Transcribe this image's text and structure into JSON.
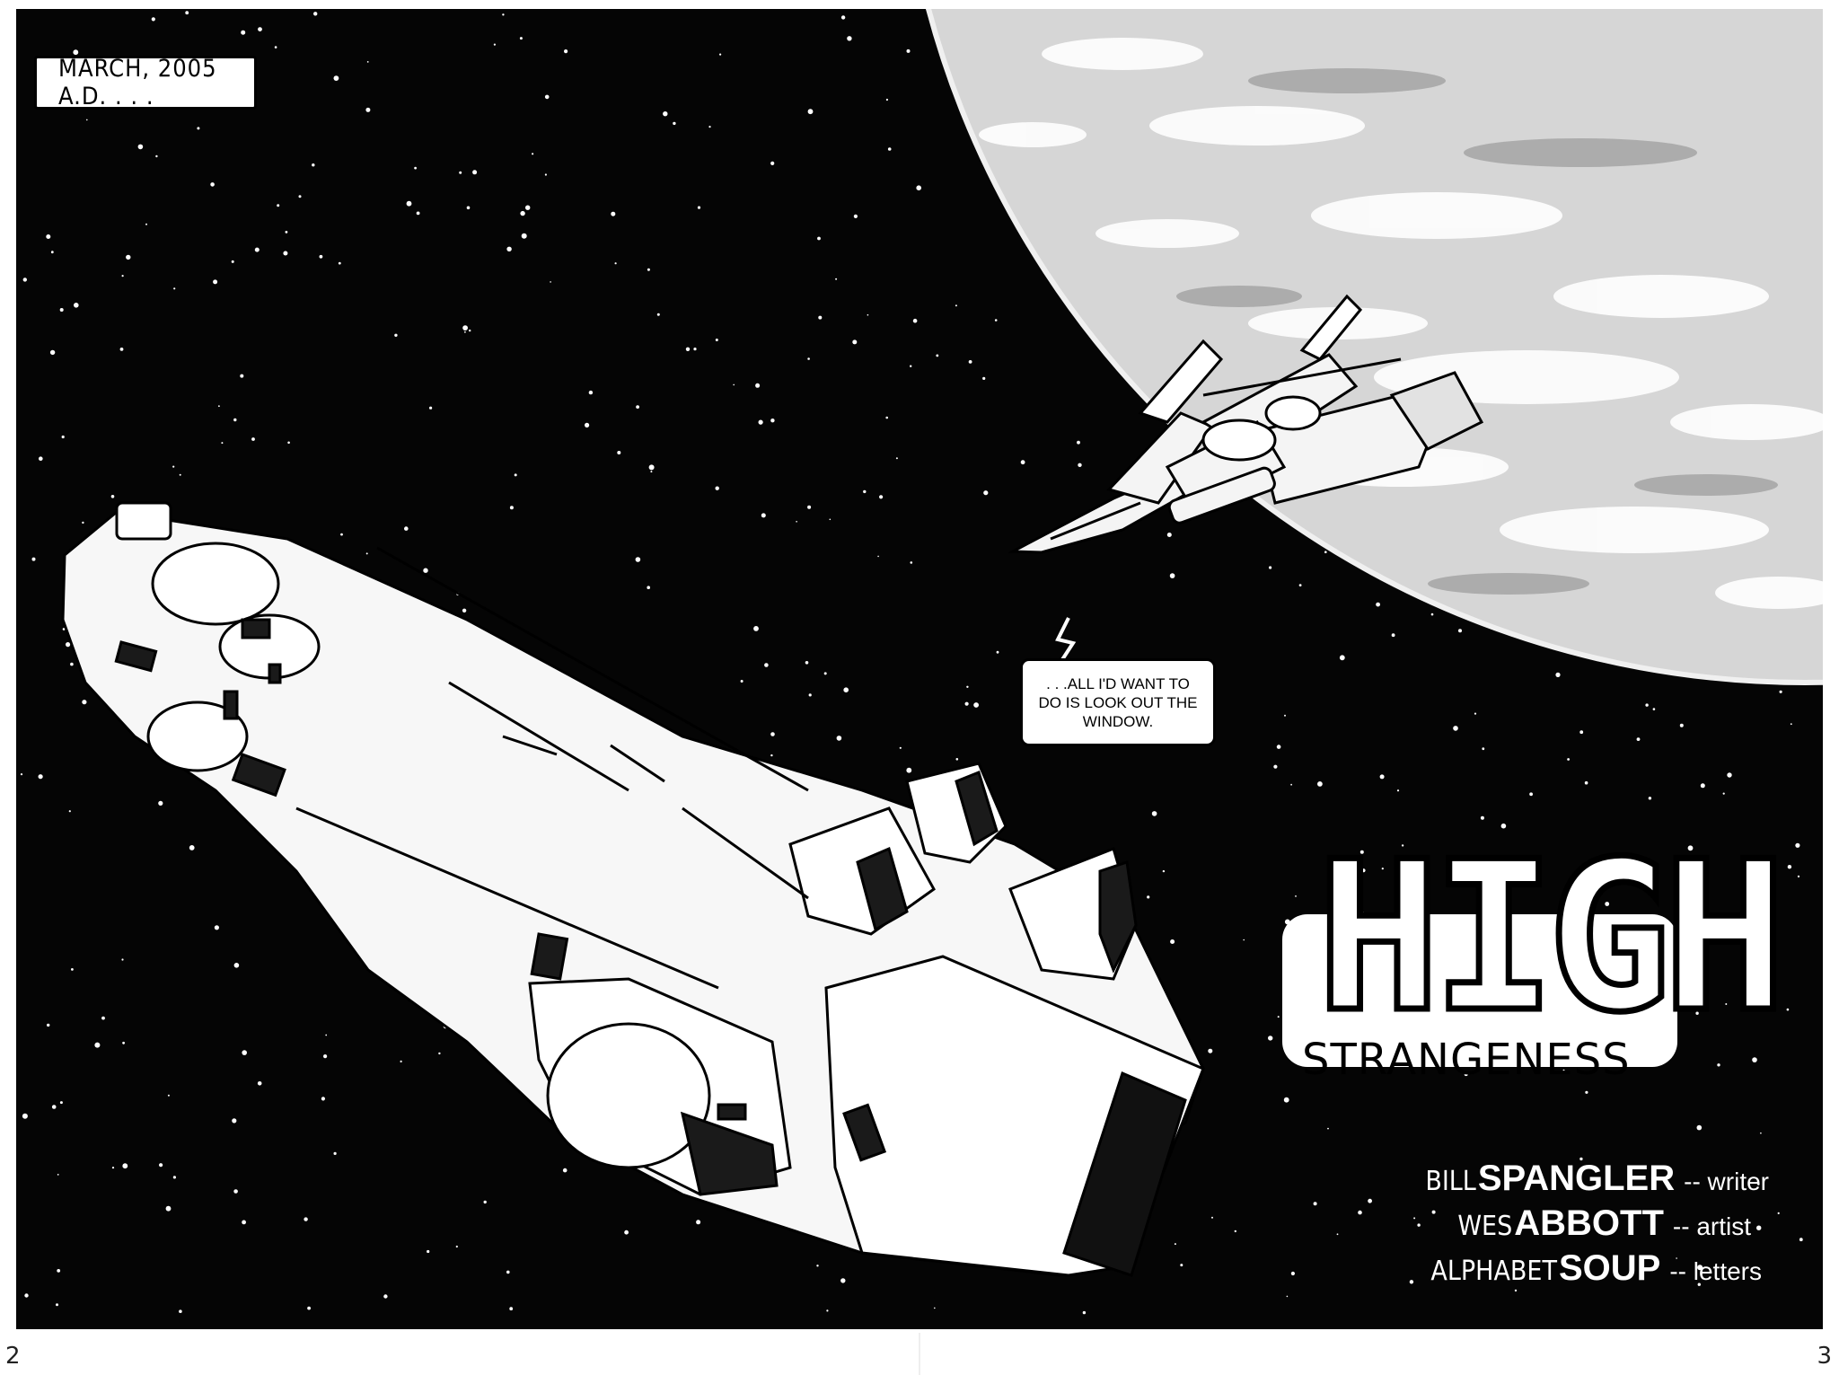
{
  "caption": "MARCH, 2005 A.D. . . .",
  "balloon": {
    "line1": ". . .ALL I'D WANT TO",
    "line2": "DO IS LOOK OUT THE",
    "line3": "WINDOW."
  },
  "title": {
    "line1": "HIGH",
    "line2": "STRANGENESS"
  },
  "credits": [
    {
      "first": "BILL",
      "last": "SPANGLER",
      "role": "-- writer"
    },
    {
      "first": "WES",
      "last": "ABBOTT",
      "role": "-- artist"
    },
    {
      "first": "ALPHABET",
      "last": "SOUP",
      "role": "-- letters"
    }
  ],
  "page_numbers": {
    "left": "2",
    "right": "3"
  },
  "colors": {
    "ink": "#000000",
    "paper": "#ffffff",
    "planet": "#d9d9d9"
  }
}
